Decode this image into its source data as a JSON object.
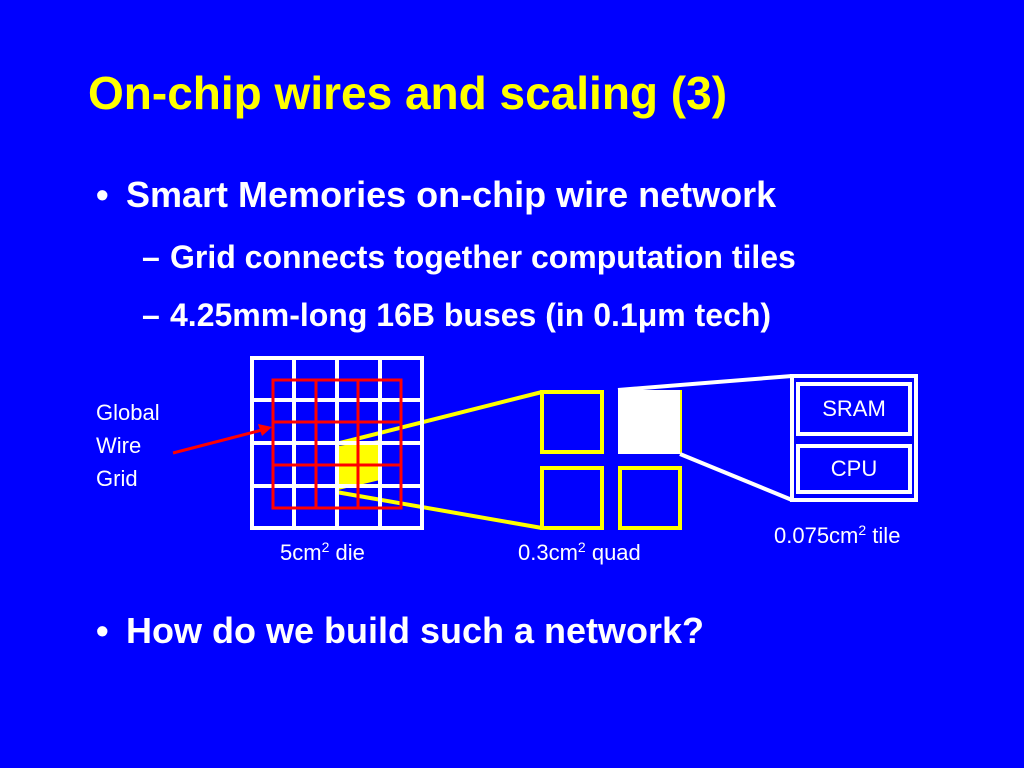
{
  "slide": {
    "title": "On-chip wires and scaling (3)",
    "bullet_mark": "•",
    "dash_mark": "–",
    "bullets": [
      {
        "text": "Smart Memories on-chip wire network"
      },
      {
        "text": "How do we build such a network?"
      }
    ],
    "subbullets": [
      {
        "text": "Grid connects together computation tiles"
      },
      {
        "pre": "4.25mm-long 16B buses (in 0.1",
        "mu": "μ",
        "post": "m tech)"
      }
    ]
  },
  "diagram": {
    "global_grid_label": [
      "Global",
      "Wire",
      "Grid"
    ],
    "die_label": {
      "pre": "5cm",
      "sup": "2",
      "post": " die"
    },
    "quad_label": {
      "pre": "0.3cm",
      "sup": "2",
      "post": " quad"
    },
    "tile_label": {
      "pre": "0.075cm",
      "sup": "2",
      "post": " tile"
    },
    "tile_boxes": [
      "SRAM",
      "CPU"
    ]
  },
  "colors": {
    "background": "#0000ff",
    "title": "#ffff00",
    "text": "#ffffff",
    "grid_red": "#ff0000",
    "highlight_yellow": "#ffff00"
  }
}
